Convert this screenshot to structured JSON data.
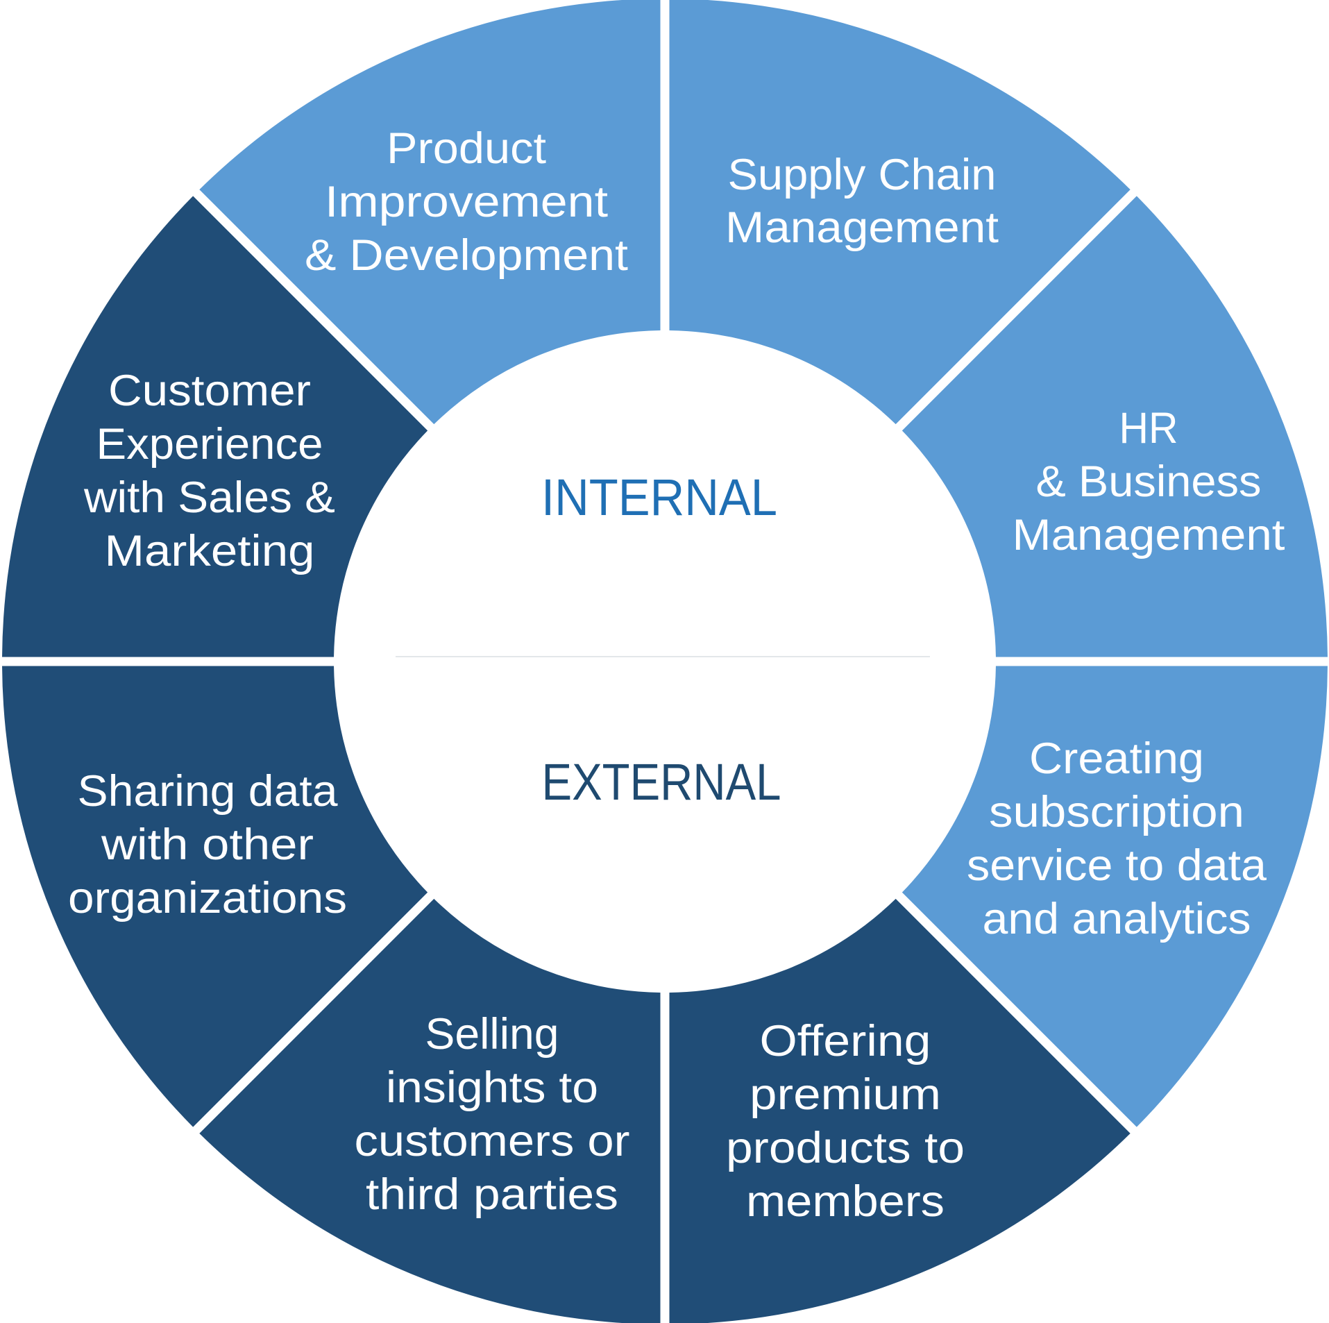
{
  "center": {
    "top_label": "INTERNAL",
    "bottom_label": "EXTERNAL"
  },
  "segments": [
    {
      "id": "product",
      "group": "internal",
      "lines": [
        "Product",
        "Improvement",
        "& Development"
      ]
    },
    {
      "id": "supply",
      "group": "internal",
      "lines": [
        "Supply Chain",
        "Management"
      ]
    },
    {
      "id": "hr",
      "group": "internal",
      "lines": [
        "HR",
        "& Business",
        "Management"
      ]
    },
    {
      "id": "customer",
      "group": "internal",
      "lines": [
        "Customer",
        "Experience",
        "with Sales &",
        "Marketing"
      ]
    },
    {
      "id": "sharing",
      "group": "external",
      "lines": [
        "Sharing data",
        "with other",
        "organizations"
      ]
    },
    {
      "id": "selling",
      "group": "external",
      "lines": [
        "Selling",
        "insights to",
        "customers or",
        "third parties"
      ]
    },
    {
      "id": "offering",
      "group": "external",
      "lines": [
        "Offering",
        "premium",
        "products to",
        "members"
      ]
    },
    {
      "id": "creating",
      "group": "external",
      "lines": [
        "Creating",
        "subscription",
        "service to data",
        "and analytics"
      ]
    }
  ],
  "colors": {
    "internal": "#5b9bd5",
    "external": "#204d77",
    "internal_text": "#1f6fb4",
    "external_text": "#1f4a70",
    "divider": "#e3e7ea",
    "segment_text": "#ffffff"
  }
}
